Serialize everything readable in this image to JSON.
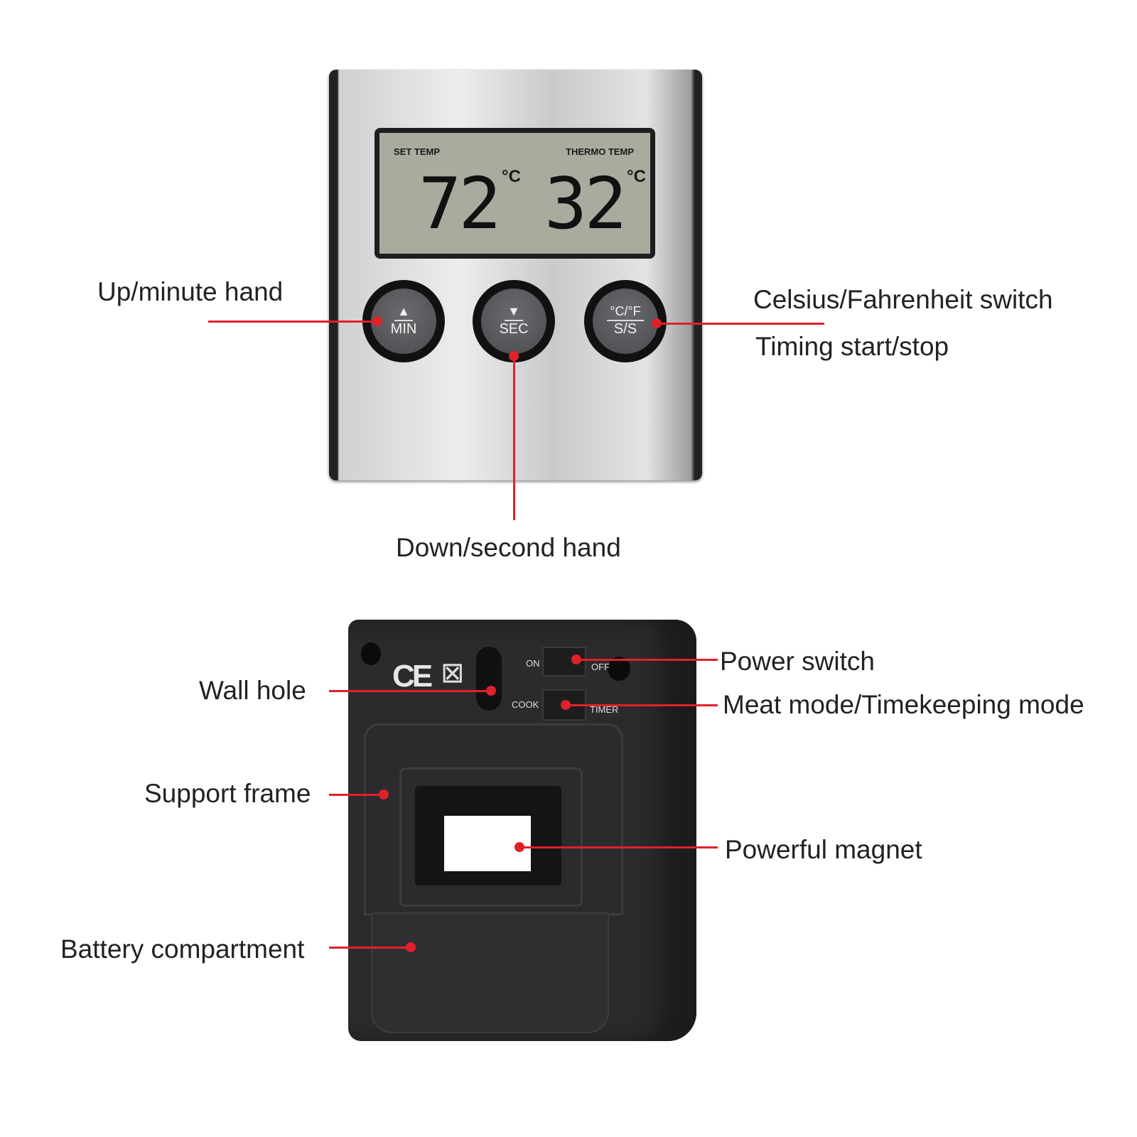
{
  "front_device": {
    "lcd": {
      "left_label": "SET TEMP",
      "left_value": "72",
      "left_unit": "°C",
      "right_label": "THERMO TEMP",
      "right_value": "32",
      "right_unit": "°C"
    },
    "buttons": [
      {
        "symbol": "▲",
        "label": "MIN"
      },
      {
        "symbol": "▼",
        "label": "SEC"
      },
      {
        "symbol": "°C/°F",
        "label": "S/S"
      }
    ]
  },
  "back_device": {
    "power_on": "ON",
    "power_off": "OFF",
    "mode_cook": "COOK",
    "mode_timer": "TIMER",
    "ce_mark": "CE"
  },
  "callouts": {
    "up_minute": "Up/minute hand",
    "down_second": "Down/second hand",
    "celsius_fahrenheit": "Celsius/Fahrenheit switch",
    "timing": "Timing start/stop",
    "wall_hole": "Wall hole",
    "power_switch": "Power switch",
    "meat_mode": "Meat mode/Timekeeping mode",
    "support_frame": "Support frame",
    "powerful_magnet": "Powerful magnet",
    "battery": "Battery compartment"
  },
  "colors": {
    "callout_line": "#e0212b",
    "lcd": "#a9ab9f"
  }
}
